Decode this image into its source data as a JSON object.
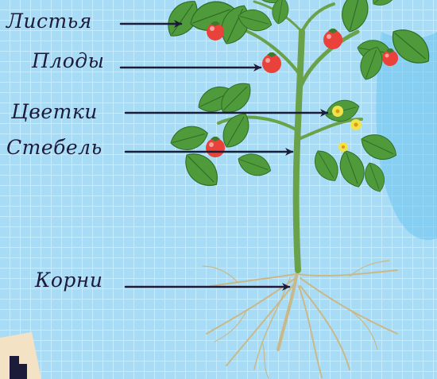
{
  "diagram": {
    "labels": {
      "leaves": "Листья",
      "fruits": "Плоды",
      "flowers": "Цветки",
      "stem": "Стебель",
      "roots": "Корни"
    }
  },
  "colors": {
    "grid_background": "#a8dcf6",
    "grid_lines": "#8ecdef",
    "leaf": "#4f9a3a",
    "fruit": "#e8423a",
    "flower": "#f2e24a",
    "stem": "#6aa24a",
    "roots": "#c9b98a",
    "arrow": "#1c1b3a"
  },
  "icons": [
    "leaf-icon",
    "tomato-icon",
    "flower-icon"
  ]
}
